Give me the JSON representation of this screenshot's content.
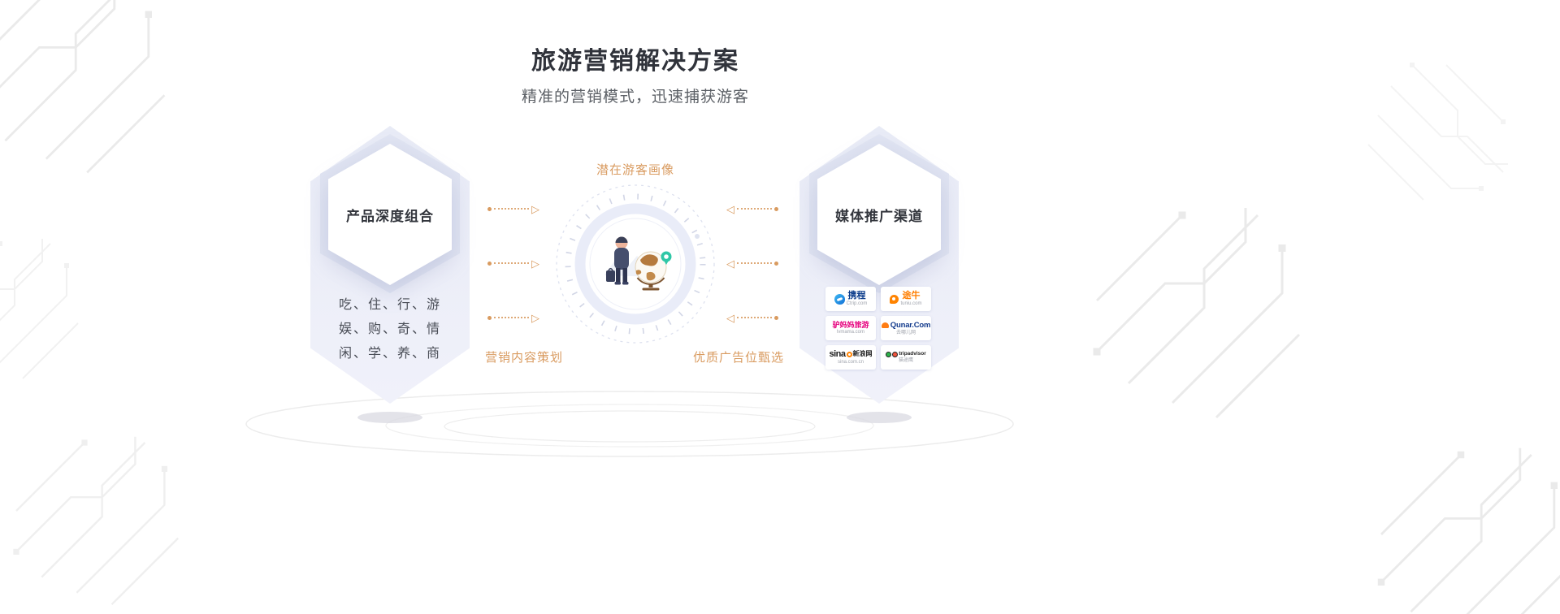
{
  "header": {
    "title": "旅游营销解决方案",
    "subtitle": "精准的营销模式，迅速捕获游客"
  },
  "flow": {
    "top_label": "潜在游客画像",
    "bottom_left_label": "营销内容策划",
    "bottom_right_label": "优质广告位甄选"
  },
  "left_card": {
    "title": "产品深度组合",
    "lines": [
      "吃、住、行、游",
      "娱、购、奇、情",
      "闲、学、养、商"
    ]
  },
  "right_card": {
    "title": "媒体推广渠道",
    "logos": [
      {
        "name": "ctrip",
        "primary": "携程",
        "secondary": "Ctrip.com"
      },
      {
        "name": "tuniu",
        "primary": "途牛",
        "secondary": "tuniu.com"
      },
      {
        "name": "lvmama",
        "primary": "驴妈妈旅游",
        "secondary": "lvmama.com"
      },
      {
        "name": "qunar",
        "primary": "Qunar.Com",
        "secondary": "去哪儿网"
      },
      {
        "name": "sina",
        "primary": "sina",
        "primary2": "新浪网",
        "secondary": "sina.com.cn"
      },
      {
        "name": "tripadvisor",
        "primary": "tripadvisor",
        "secondary": "猫途鹰"
      }
    ]
  },
  "icons": {
    "arrow_right": "▷",
    "arrow_left": "◁"
  },
  "colors": {
    "accent": "#D99B60",
    "card_bg": "#EAEDF7",
    "pin_green": "#2FC7A7",
    "title": "#30333B"
  }
}
